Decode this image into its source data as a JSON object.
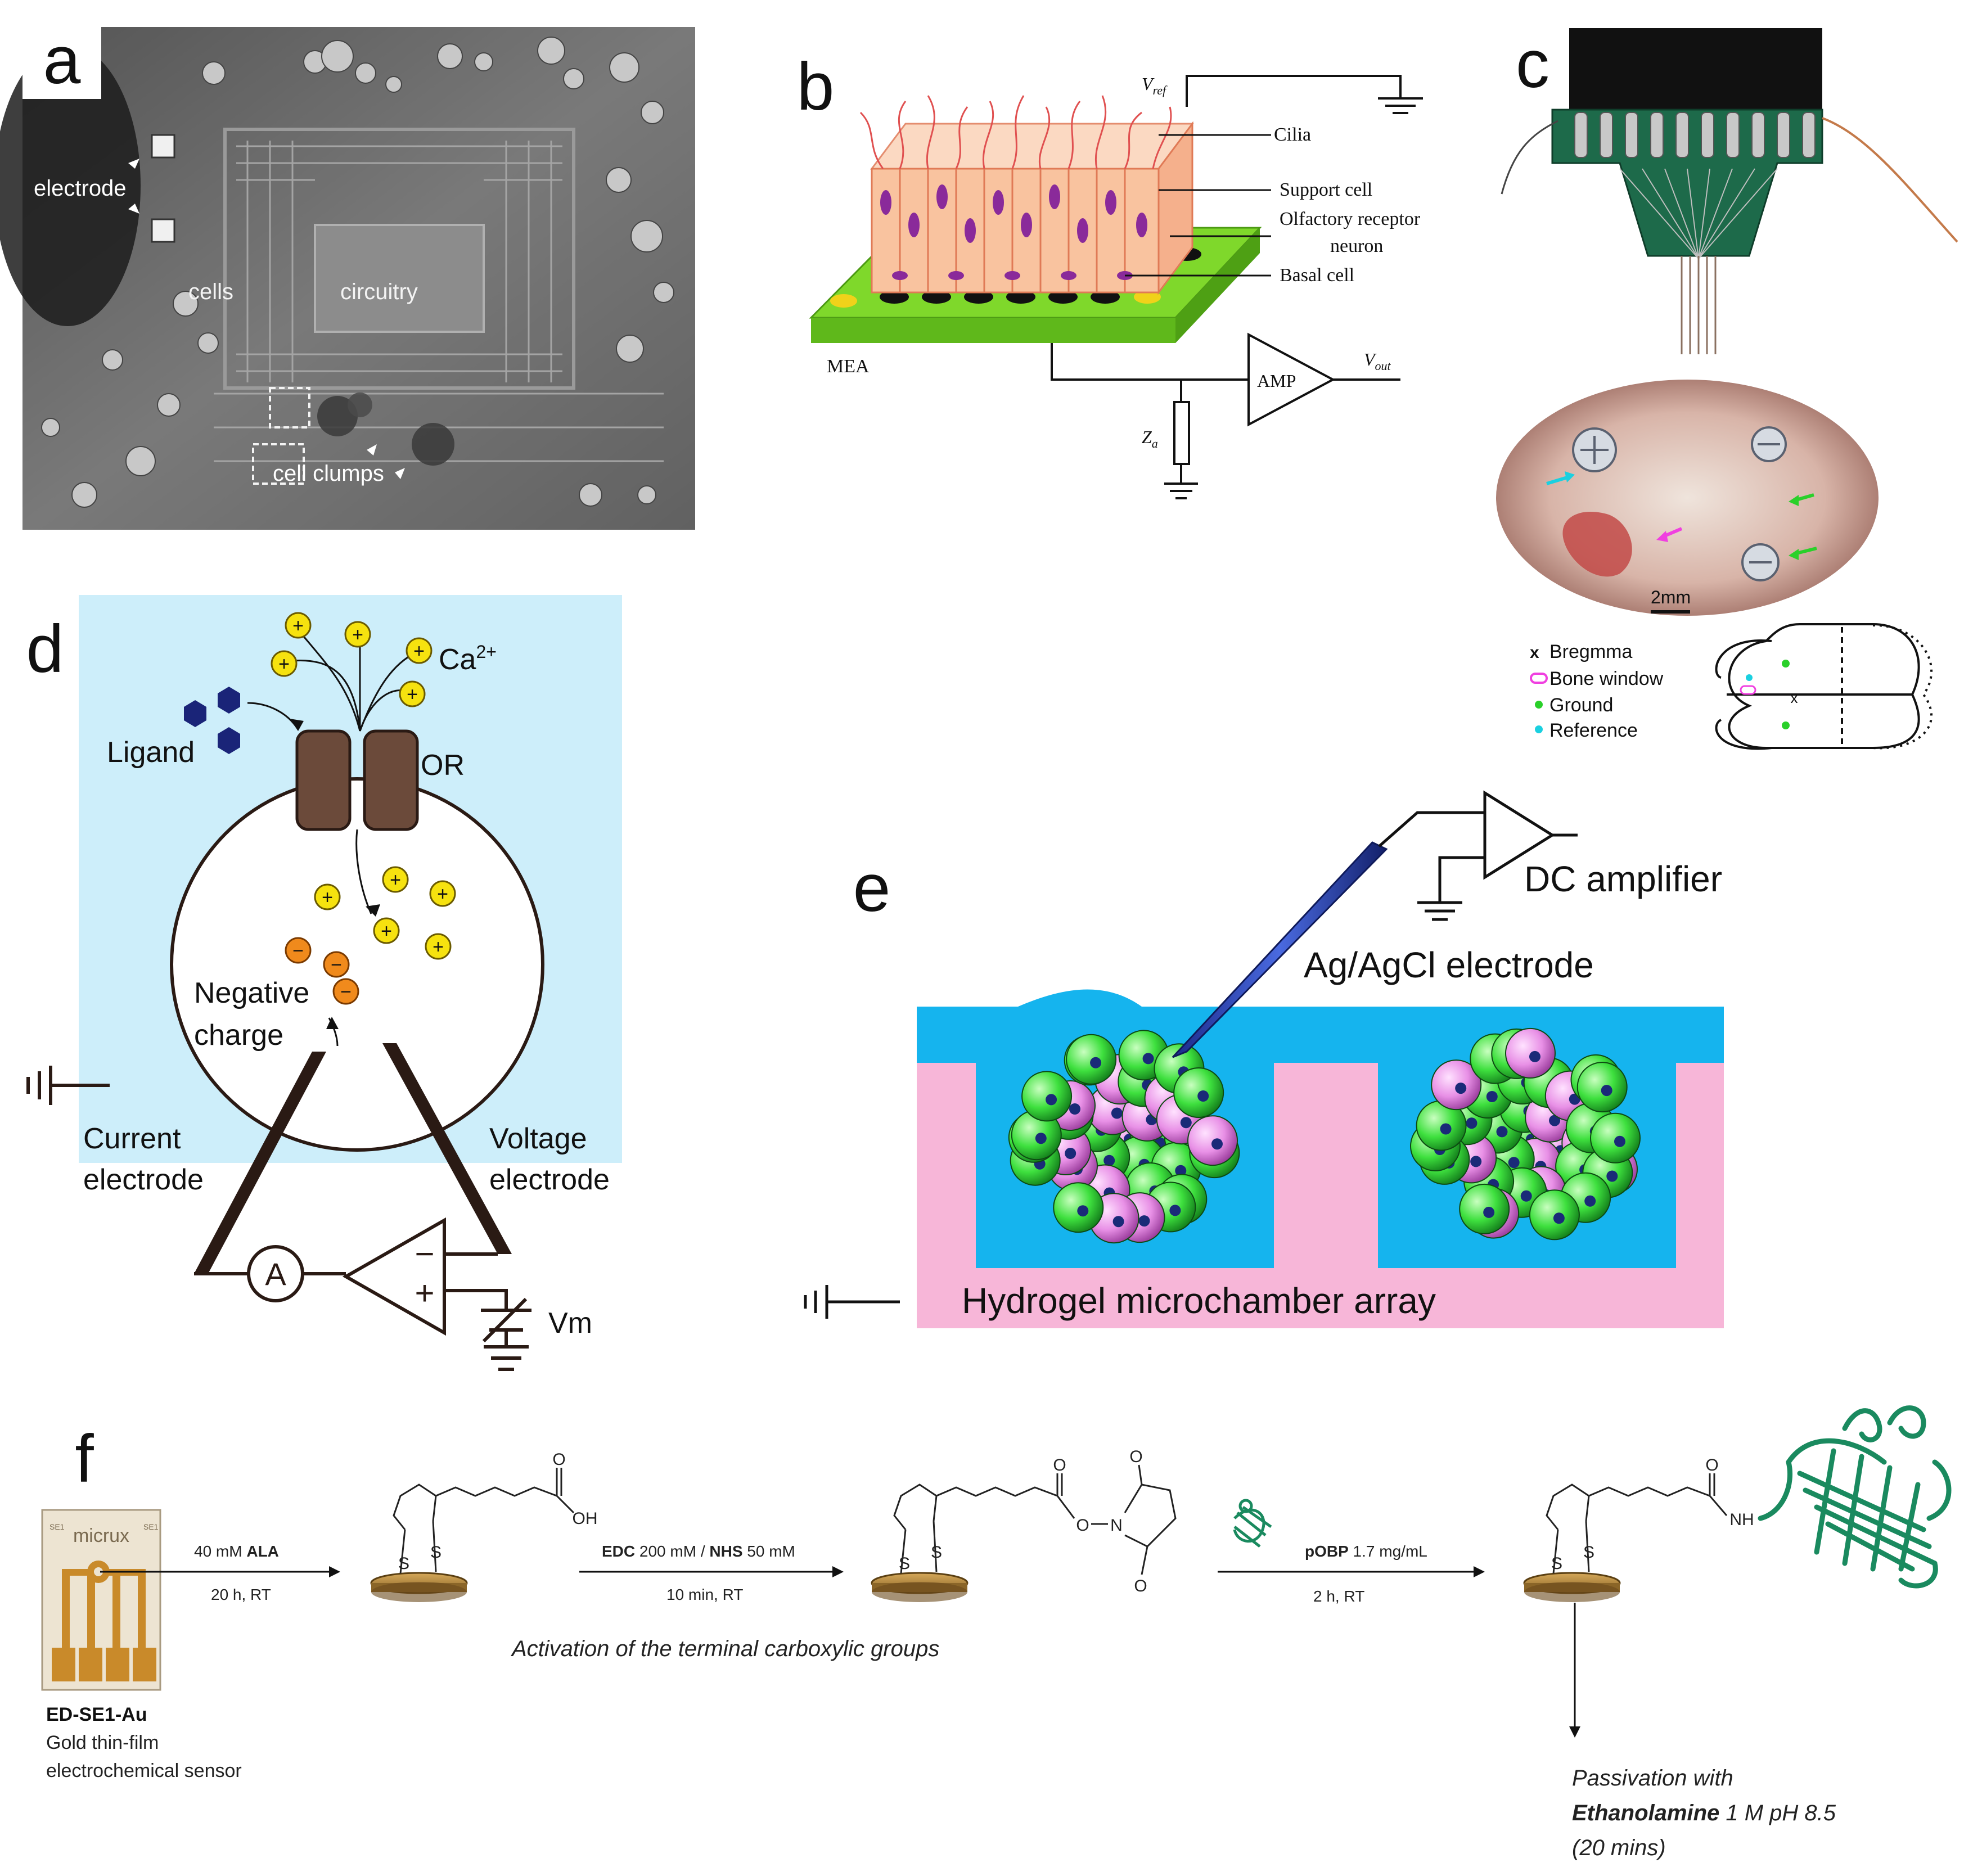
{
  "panel_letters": {
    "a": "a",
    "b": "b",
    "c": "c",
    "d": "d",
    "e": "e",
    "f": "f"
  },
  "panel_a": {
    "electrode": "electrode",
    "cells": "cells",
    "circuitry": "circuitry",
    "cell_clumps": "cell clumps"
  },
  "panel_b": {
    "v_ref": "V",
    "v_ref_sub": "ref",
    "cilia": "Cilia",
    "support_cell": "Support cell",
    "olfactory_line1": "Olfactory receptor",
    "olfactory_line2": "neuron",
    "basal_cell": "Basal cell",
    "mea": "MEA",
    "amp": "AMP",
    "v_out": "V",
    "v_out_sub": "out",
    "z_a": "Z",
    "z_a_sub": "a"
  },
  "panel_c": {
    "scale": "2mm",
    "legend": {
      "bregmma": "Bregmma",
      "bone_window": "Bone window",
      "ground": "Ground",
      "reference": "Reference"
    },
    "legend_markers": {
      "bregmma": "x"
    }
  },
  "panel_d": {
    "ca": "Ca",
    "ca_sup": "2+",
    "ligand": "Ligand",
    "or": "OR",
    "negative_line1": "Negative",
    "negative_line2": "charge",
    "current_line1": "Current",
    "current_line2": "electrode",
    "voltage_line1": "Voltage",
    "voltage_line2": "electrode",
    "ammeter": "A",
    "vm": "Vm",
    "plus": "+",
    "minus": "−"
  },
  "panel_e": {
    "dc_amplifier": "DC amplifier",
    "electrode": "Ag/AgCl electrode",
    "hydrogel": "Hydrogel microchamber array"
  },
  "panel_f": {
    "chip_logo": "micrux",
    "chip_side_left": "SE1",
    "chip_side_right": "SE1",
    "sensor_name": "ED-SE1-Au",
    "sensor_desc1": "Gold thin-film",
    "sensor_desc2": "electrochemical sensor",
    "step1_conc": "40 mM ",
    "step1_reagent": "ALA",
    "step1_cond": "20 h, RT",
    "step2_edc": "EDC",
    "step2_edc_conc": " 200 mM / ",
    "step2_nhs": "NHS",
    "step2_nhs_conc": " 50 mM",
    "step2_cond": "10 min, RT",
    "activation": "Activation of the terminal carboxylic groups",
    "step3_reagent": "pOBP",
    "step3_conc": " 1.7 mg/mL",
    "step3_cond": "2 h, RT",
    "passivation_line1": "Passivation with",
    "passivation_bold": "Ethanolamine",
    "passivation_rest": " 1 M pH 8.5",
    "passivation_line3": "(20 mins)",
    "atom_o": "O",
    "atom_oh": "OH",
    "atom_n": "N",
    "atom_nh": "NH",
    "atom_s": "S"
  },
  "colors": {
    "panel_d_bg": "#cdeefa",
    "ion_yellow": "#f6e20f",
    "ion_orange": "#f08a1c",
    "ligand_navy": "#1a2478",
    "or_brown": "#6b4a3a",
    "hydrogel_pink": "#f7b6d8",
    "medium_blue": "#15b4ee",
    "cell_green": "#3ee03e",
    "cell_pink": "#e890e6",
    "mea_green": "#7fd82b",
    "gold": "#b98a3c",
    "protein_green": "#1a8a5f"
  }
}
